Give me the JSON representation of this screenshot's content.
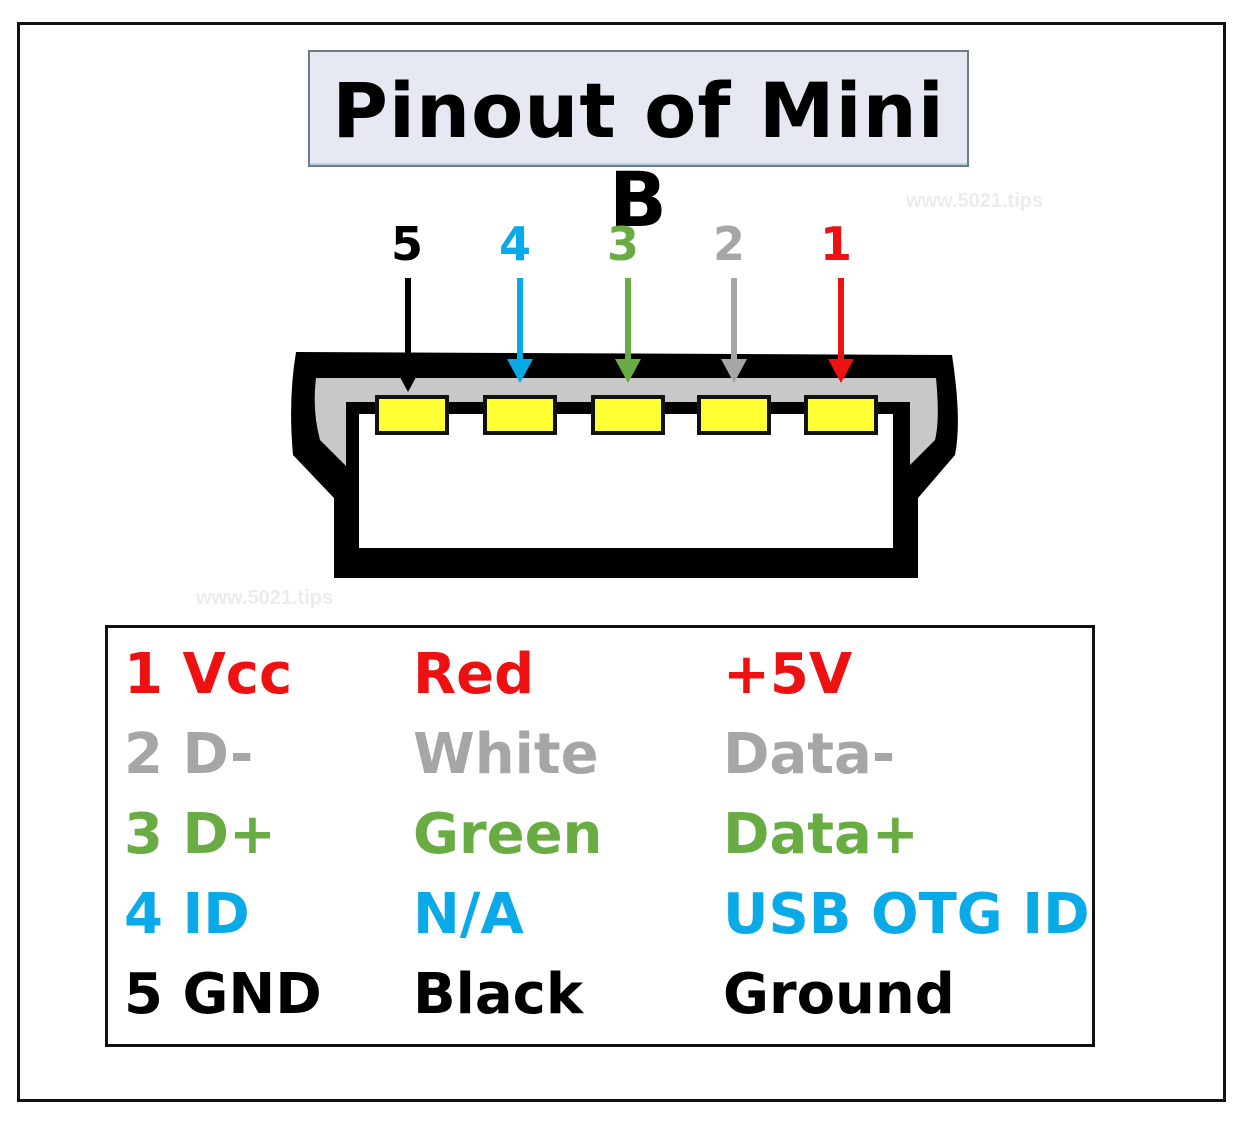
{
  "title": "Pinout of Mini B",
  "watermark": "www.5021.tips",
  "colors": {
    "pin1": "#ee1111",
    "pin2": "#a6a6a6",
    "pin3": "#6aac44",
    "pin4": "#0aaae8",
    "pin5": "#000000",
    "contact": "#ffff33",
    "shell": "#000000",
    "insulator": "#c8c8c8"
  },
  "connector": {
    "pins_left_to_right": [
      "5",
      "4",
      "3",
      "2",
      "1"
    ]
  },
  "table": {
    "rows": [
      {
        "pin": "1 Vcc",
        "wire": "Red",
        "function": "+5V",
        "color": "#ee1111"
      },
      {
        "pin": "2 D-",
        "wire": "White",
        "function": "Data-",
        "color": "#a6a6a6"
      },
      {
        "pin": "3 D+",
        "wire": "Green",
        "function": "Data+",
        "color": "#6aac44"
      },
      {
        "pin": "4 ID",
        "wire": "N/A",
        "function": "USB OTG ID",
        "color": "#0aaae8"
      },
      {
        "pin": "5 GND",
        "wire": "Black",
        "function": "Ground",
        "color": "#000000"
      }
    ]
  }
}
